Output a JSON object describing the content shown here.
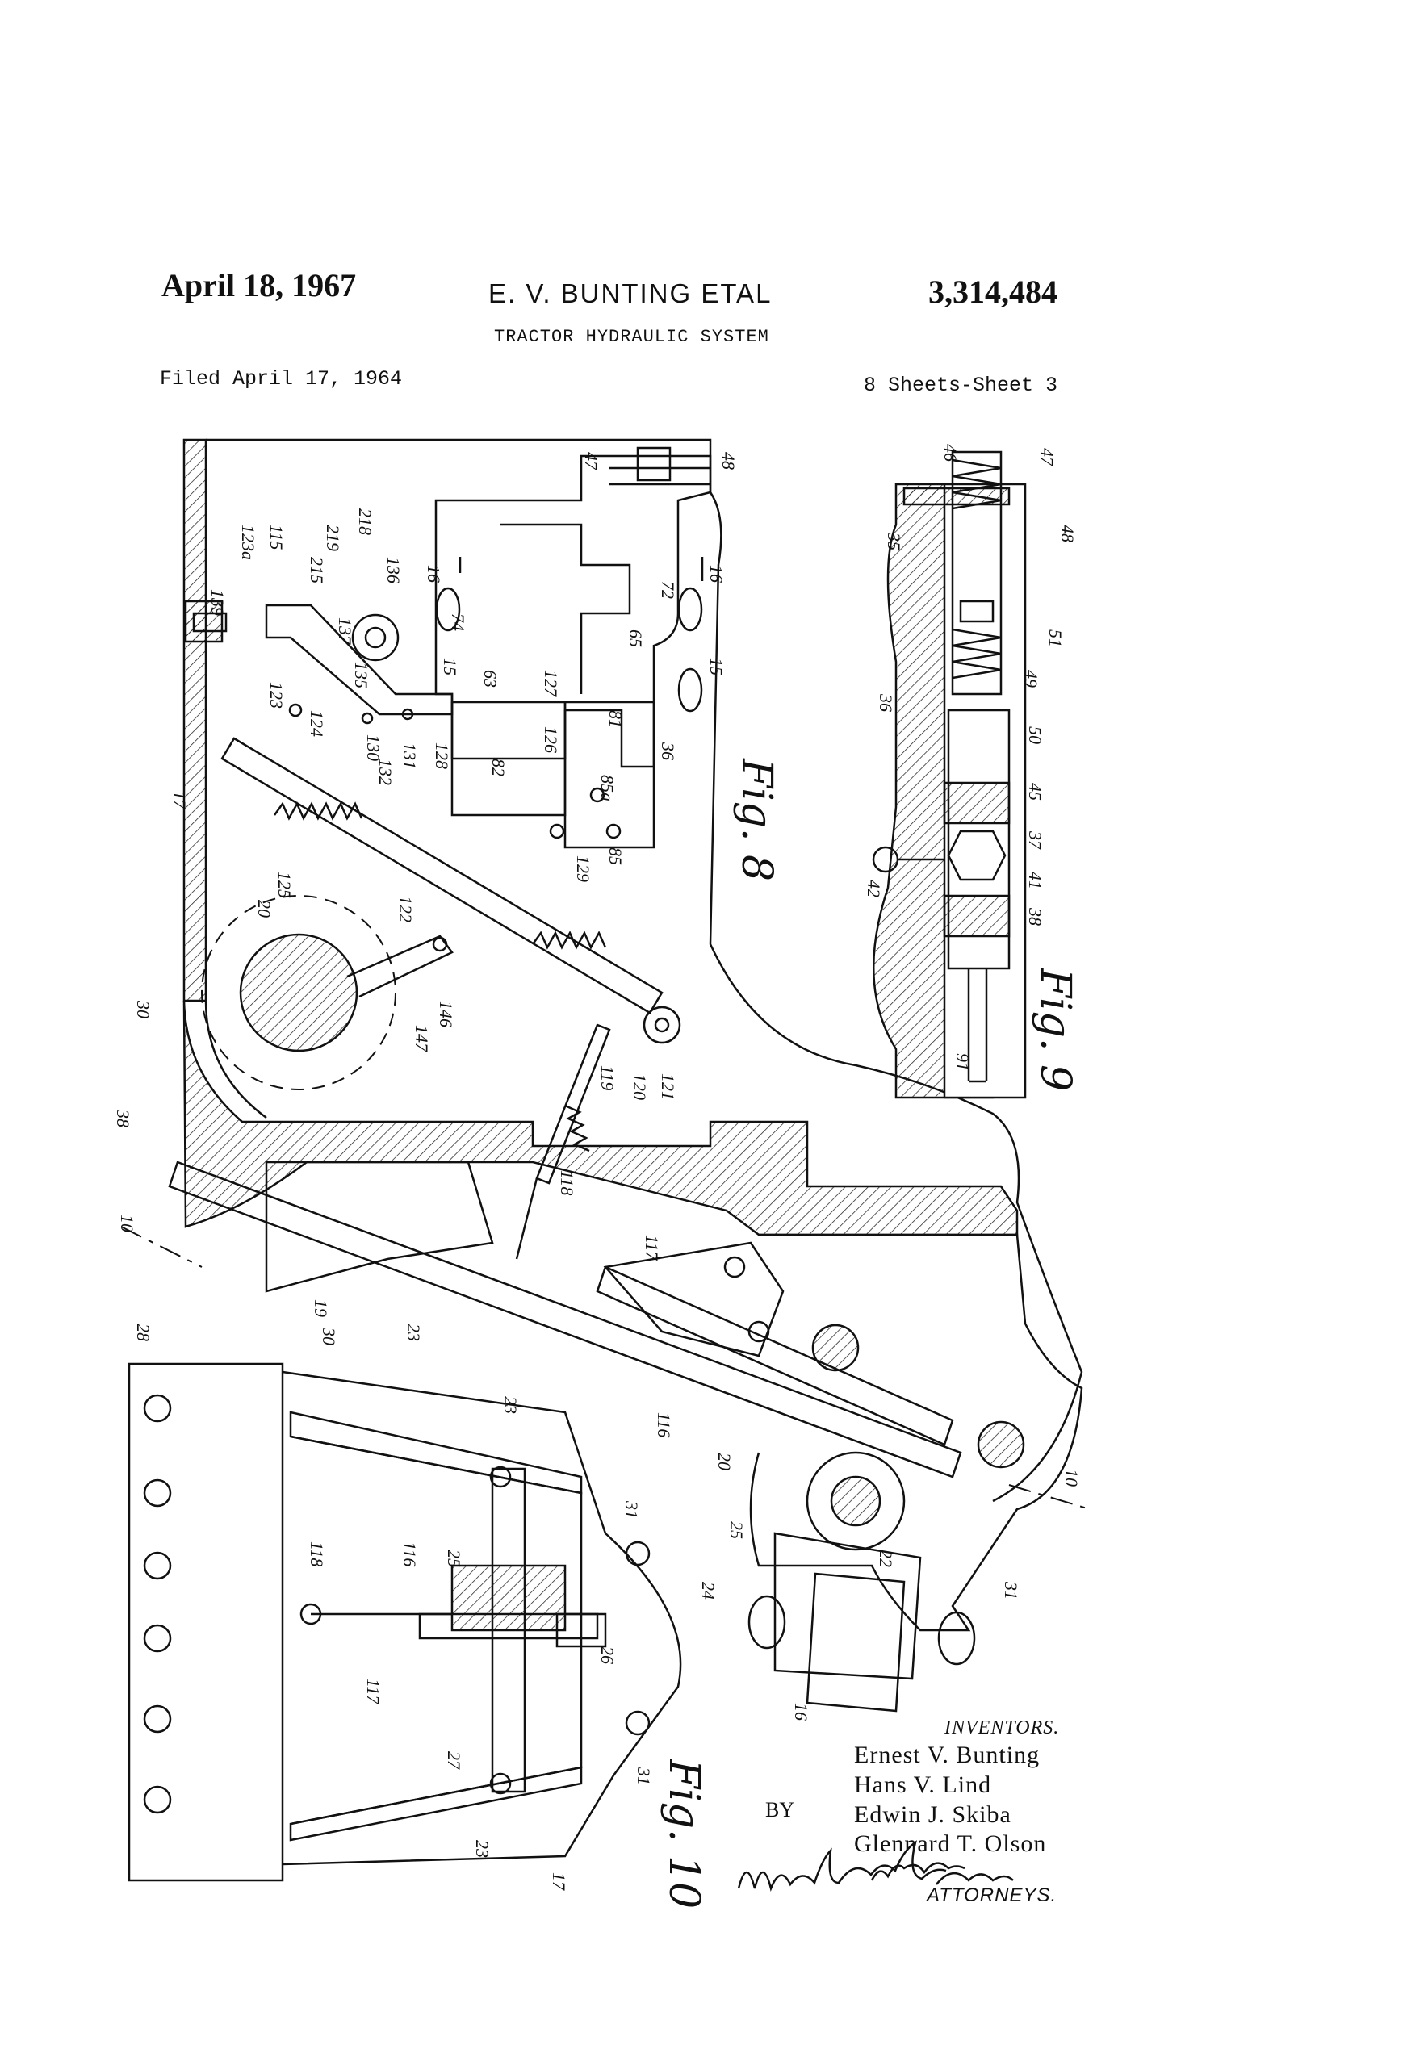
{
  "header": {
    "date": "April 18, 1967",
    "inventor_short": "E. V. BUNTING ETAL",
    "patent_number": "3,314,484",
    "title": "TRACTOR HYDRAULIC SYSTEM",
    "filed": "Filed April 17, 1964",
    "sheets": "8 Sheets-Sheet 3"
  },
  "figures": {
    "fig8": "Fig. 8",
    "fig9": "Fig. 9",
    "fig10": "Fig. 10"
  },
  "section_marks": {
    "s15a": "15",
    "s15b": "15",
    "s16a": "16",
    "s16b": "16",
    "s10a": "10",
    "s10b": "10"
  },
  "reference_numerals": {
    "fig8": [
      "47",
      "48",
      "139",
      "123a",
      "115",
      "219",
      "218",
      "215",
      "136",
      "137",
      "135",
      "74",
      "72",
      "65",
      "63",
      "127",
      "126",
      "81",
      "36",
      "85a",
      "82",
      "85",
      "123",
      "124",
      "130",
      "132",
      "131",
      "128",
      "17",
      "125",
      "129",
      "122",
      "20",
      "146",
      "147",
      "30",
      "119",
      "120",
      "121",
      "118",
      "38",
      "19",
      "23",
      "117",
      "116",
      "20",
      "22",
      "25",
      "24",
      "16",
      "31"
    ],
    "fig9": [
      "46",
      "47",
      "48",
      "35",
      "51",
      "49",
      "36",
      "50",
      "45",
      "37",
      "41",
      "42",
      "38",
      "91"
    ],
    "fig10": [
      "28",
      "30",
      "23",
      "118",
      "116",
      "25",
      "31",
      "117",
      "26",
      "27",
      "23",
      "17",
      "31"
    ]
  },
  "inventors": {
    "heading": "INVENTORS.",
    "names": [
      "Ernest V. Bunting",
      "Hans V. Lind",
      "Edwin J. Skiba",
      "Glennard T. Olson"
    ],
    "by": "BY",
    "signature": "Wolfe, Hubbard, Voit & Osann",
    "attorneys": "ATTORNEYS."
  }
}
